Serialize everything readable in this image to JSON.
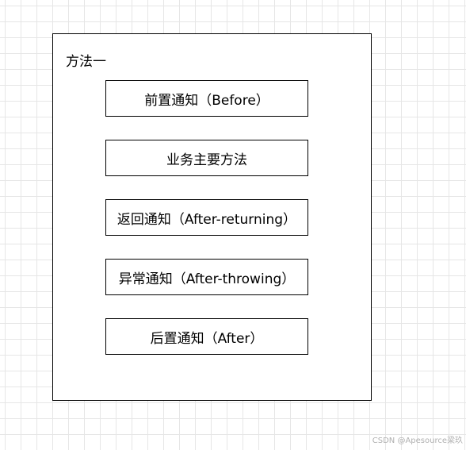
{
  "diagram": {
    "outer_title": "方法一",
    "steps": [
      {
        "label": "前置通知（Before）"
      },
      {
        "label": "业务主要方法"
      },
      {
        "label": "返回通知（After-returning）"
      },
      {
        "label": "异常通知（After-throwing）"
      },
      {
        "label": "后置通知（After）"
      }
    ]
  },
  "watermark": "CSDN @Apesource梁玖"
}
